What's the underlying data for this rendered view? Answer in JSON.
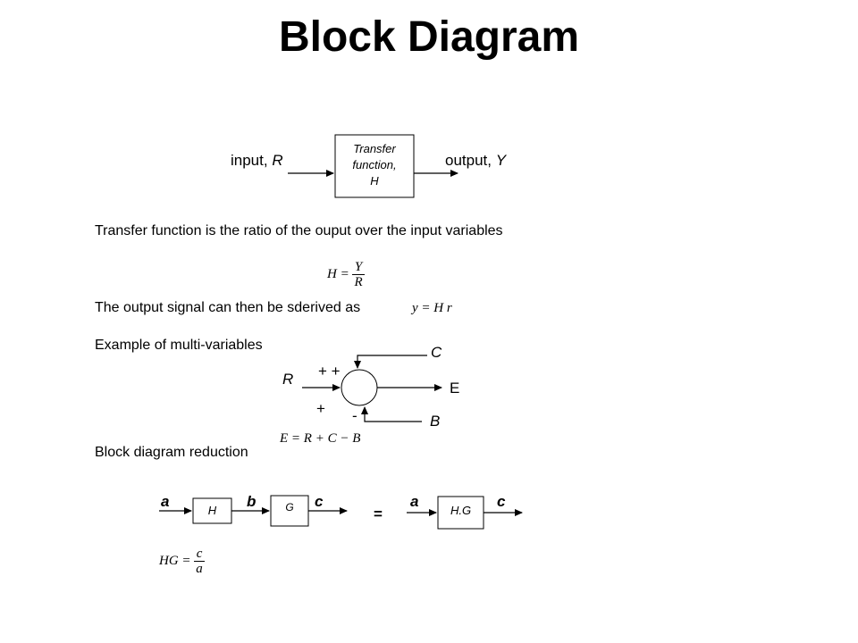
{
  "title": "Block Diagram",
  "basic": {
    "input_label": "input, ",
    "input_var": "R",
    "output_label": "output, ",
    "output_var": "Y",
    "box_line1": "Transfer",
    "box_line2": "function,",
    "box_line3": "H"
  },
  "text": {
    "definition": "Transfer function is the ratio of the ouput over the input variables",
    "output_signal": "The output signal can then be sderived as",
    "example": "Example of multi-variables",
    "reduction": "Block diagram reduction"
  },
  "equations": {
    "h_lhs": "H =",
    "h_num": "Y",
    "h_den": "R",
    "y_eq": "y = H r",
    "e_eq": "E = R + C − B",
    "hg_lhs": "HG =",
    "hg_num": "c",
    "hg_den": "a"
  },
  "summing": {
    "r": "R",
    "c": "C",
    "e": "E",
    "b": "B",
    "plus_plus": "+ +",
    "plus": "+",
    "minus": "-"
  },
  "reduction": {
    "a1": "a",
    "h": "H",
    "b": "b",
    "g": "G",
    "c1": "c",
    "equals": "=",
    "a2": "a",
    "hg": "H.G",
    "c2": "c"
  }
}
